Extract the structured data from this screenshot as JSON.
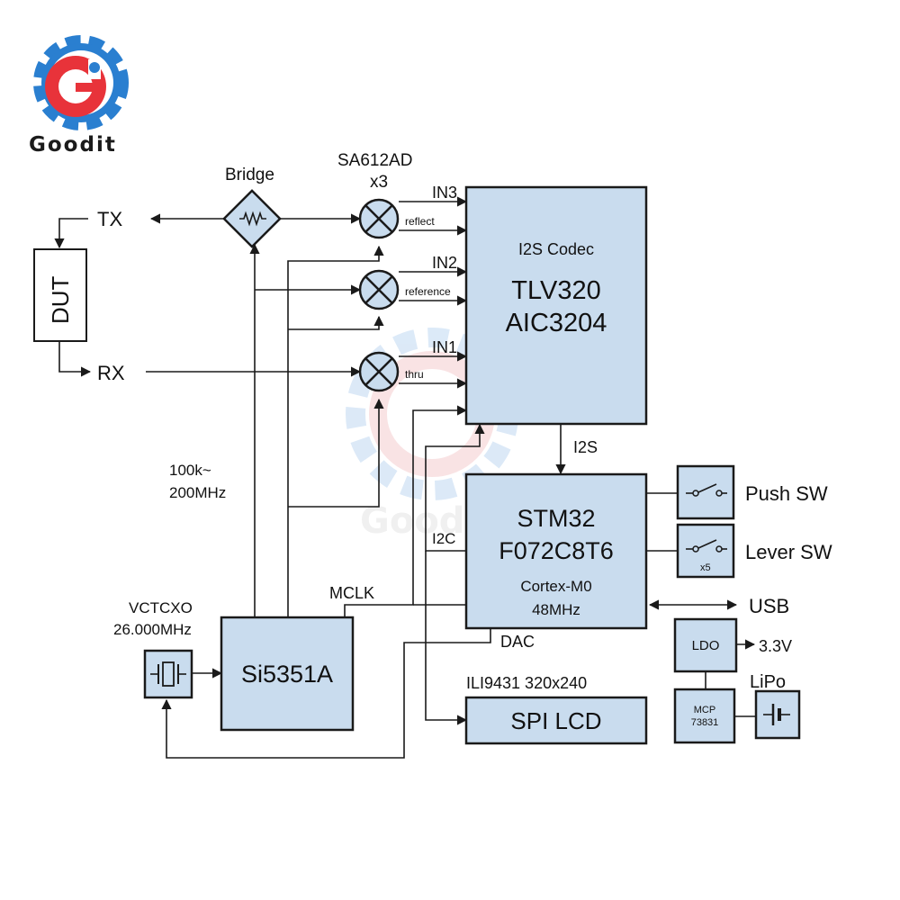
{
  "brand": {
    "name": "Goodit",
    "watermark": "Goodit",
    "primary_color": "#e8333a",
    "secondary_color": "#2a7fd0"
  },
  "diagram": {
    "bridge": "Bridge",
    "mixer_title": "SA612AD",
    "mixer_count": "x3",
    "tx": "TX",
    "rx": "RX",
    "dut": "DUT",
    "in3": "IN3",
    "in2": "IN2",
    "in1": "IN1",
    "reflect": "reflect",
    "reference": "reference",
    "thru": "thru",
    "codec_title": "I2S Codec",
    "codec_l1": "TLV320",
    "codec_l2": "AIC3204",
    "i2s": "I2S",
    "mcu_l1": "STM32",
    "mcu_l2": "F072C8T6",
    "mcu_core": "Cortex-M0",
    "mcu_freq": "48MHz",
    "i2c": "I2C",
    "push_sw": "Push SW",
    "lever_sw": "Lever SW",
    "lever_mult": "x5",
    "usb": "USB",
    "ldo": "LDO",
    "v33": "3.3V",
    "lipo": "LiPo",
    "mcp_l1": "MCP",
    "mcp_l2": "73831",
    "freq_l1": "100k~",
    "freq_l2": "200MHz",
    "tcxo_l1": "VCTCXO",
    "tcxo_l2": "26.000MHz",
    "synth": "Si5351A",
    "mclk": "MCLK",
    "dac": "DAC",
    "lcd_label": "ILI9431 320x240",
    "lcd": "SPI LCD"
  }
}
